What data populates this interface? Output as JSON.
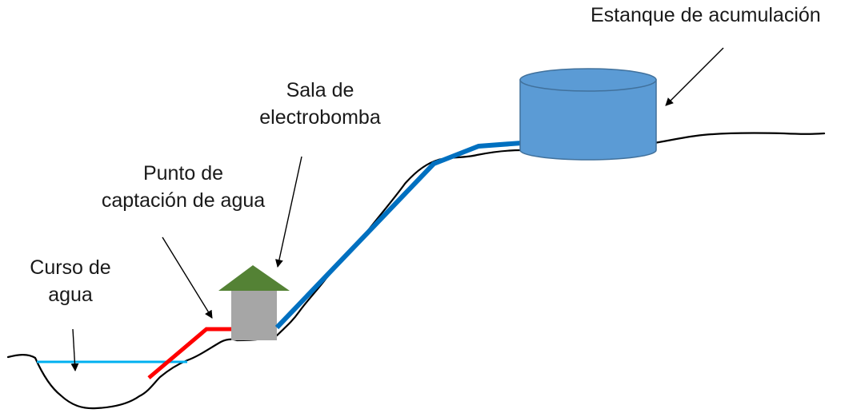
{
  "labels": {
    "tank": "Estanque de acumulación",
    "pump_room": [
      "Sala de",
      "electrobomba"
    ],
    "intake": [
      "Punto de",
      "captación de agua"
    ],
    "stream": [
      "Curso de",
      "agua"
    ]
  },
  "colors": {
    "pipe_suction": "#ff0000",
    "pipe_delivery": "#0070c0",
    "water": "#00b0f0",
    "tank_fill": "#5b9bd5",
    "tank_stroke": "#41719c",
    "pump_house_wall": "#a6a6a6",
    "pump_house_roof": "#548235",
    "terrain": "#000000",
    "text": "#1a1a1a"
  }
}
